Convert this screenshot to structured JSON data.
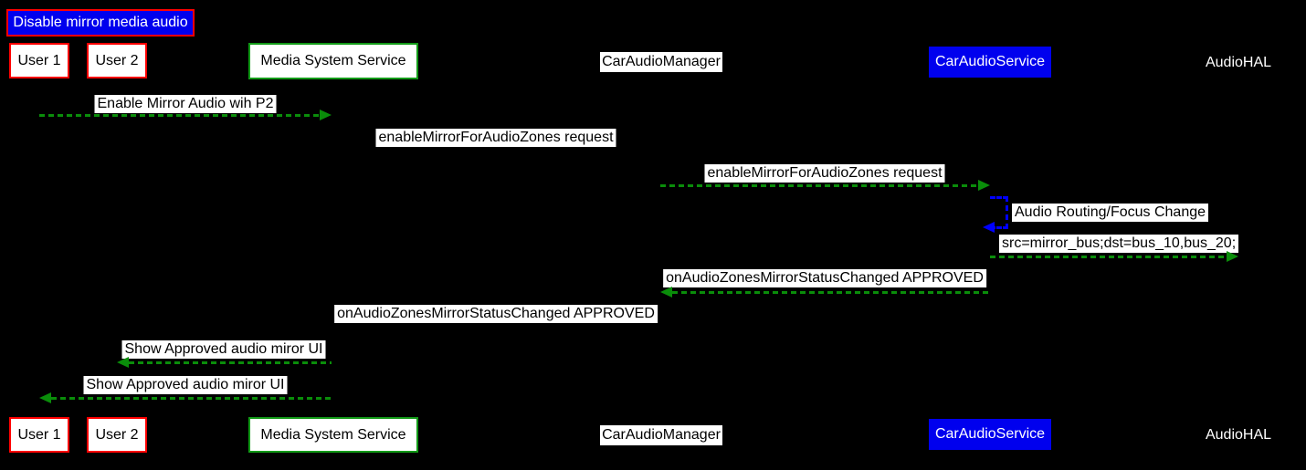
{
  "diagram": {
    "title": "Disable mirror media audio",
    "participants": [
      {
        "id": "user1",
        "label": "User 1",
        "style": "actor-red"
      },
      {
        "id": "user2",
        "label": "User 2",
        "style": "actor-red"
      },
      {
        "id": "media-system-service",
        "label": "Media System Service",
        "style": "box-green"
      },
      {
        "id": "car-audio-manager",
        "label": "CarAudioManager",
        "style": "label-white"
      },
      {
        "id": "car-audio-service",
        "label": "CarAudioService",
        "style": "box-blue"
      },
      {
        "id": "audio-hal",
        "label": "AudioHAL",
        "style": "text-plain"
      }
    ],
    "messages": [
      {
        "from": "user1",
        "to": "media-system-service",
        "text": "Enable Mirror Audio wih P2",
        "arrow": "green-dashed-right"
      },
      {
        "from": "media-system-service",
        "to": "car-audio-manager",
        "text": "enableMirrorForAudioZones request",
        "arrow": "hidden"
      },
      {
        "from": "car-audio-manager",
        "to": "car-audio-service",
        "text": "enableMirrorForAudioZones request",
        "arrow": "green-dashed-right"
      },
      {
        "from": "car-audio-service",
        "to": "car-audio-service",
        "text": "Audio Routing/Focus Change",
        "arrow": "blue-dashed-self"
      },
      {
        "from": "car-audio-service",
        "to": "audio-hal",
        "text": "src=mirror_bus;dst=bus_10,bus_20;",
        "arrow": "green-dashed-right"
      },
      {
        "from": "car-audio-service",
        "to": "car-audio-manager",
        "text": "onAudioZonesMirrorStatusChanged APPROVED",
        "arrow": "green-dashed-left"
      },
      {
        "from": "car-audio-manager",
        "to": "media-system-service",
        "text": "onAudioZonesMirrorStatusChanged APPROVED",
        "arrow": "hidden"
      },
      {
        "from": "media-system-service",
        "to": "user2",
        "text": "Show Approved audio miror UI",
        "arrow": "green-dashed-left"
      },
      {
        "from": "media-system-service",
        "to": "user1",
        "text": "Show Approved audio miror UI",
        "arrow": "green-dashed-left"
      }
    ],
    "colors": {
      "background": "#000000",
      "title_fill": "#0000ee",
      "title_border": "#ff0000",
      "actor_border": "#ff0000",
      "service_border": "#129a17",
      "car_audio_service_fill": "#0000ee",
      "arrow_green": "#0a8d0a",
      "arrow_blue": "#0000ff",
      "label_bg": "#ffffff",
      "label_text": "#000000"
    }
  }
}
